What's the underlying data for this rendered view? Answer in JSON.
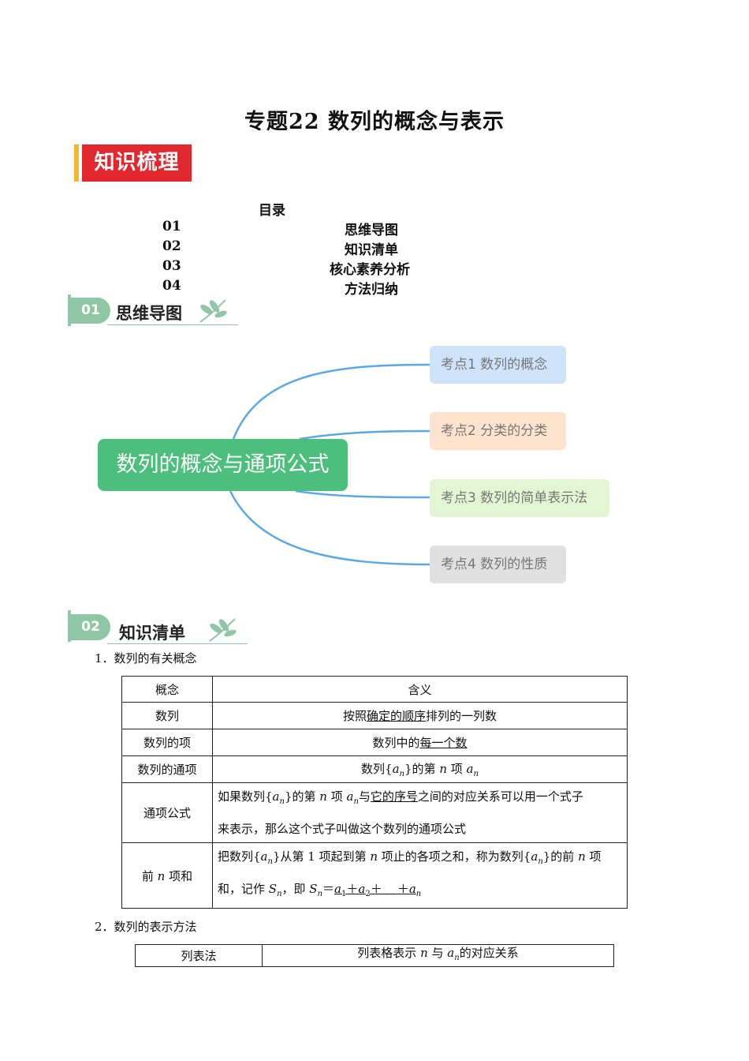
{
  "doc_title": "专题22 数列的概念与表示",
  "banner": "知识梳理",
  "toc": {
    "heading": "目录",
    "items": [
      {
        "num": "01",
        "label": "思维导图"
      },
      {
        "num": "02",
        "label": "知识清单"
      },
      {
        "num": "03",
        "label": "核心素养分析"
      },
      {
        "num": "04",
        "label": "方法归纳"
      }
    ]
  },
  "section1": {
    "num": "01",
    "title": "思维导图"
  },
  "mindmap": {
    "center": "数列的概念与通项公式",
    "nodes": [
      {
        "label": "考点1 数列的概念",
        "color": "#cfe4fb"
      },
      {
        "label": "考点2 分类的分类",
        "color": "#fde3cc"
      },
      {
        "label": "考点3 数列的简单表示法",
        "color": "#e2f6d3"
      },
      {
        "label": "考点4 数列的性质",
        "color": "#e0e0e0"
      }
    ],
    "center_color": "#4dbf7c",
    "line_color": "#5aa9e6"
  },
  "section2": {
    "num": "02",
    "title": "知识清单"
  },
  "p1": "1．数列的有关概念",
  "table1": {
    "header": {
      "c1": "概念",
      "c2": "含义"
    },
    "r1": {
      "c1": "数列",
      "a": "按照",
      "u": "确定的顺序",
      "b": "排列的一列数"
    },
    "r2": {
      "c1": "数列的项",
      "a": "数列中的",
      "u": "每一个数"
    },
    "r3": {
      "c1": "数列的通项",
      "a": "数列{",
      "an": "a",
      "n": "n",
      "b": "}的第 ",
      "c": " 项 "
    },
    "r4": {
      "c1": "通项公式",
      "a": "如果数列{",
      "b": "}的第 ",
      "c": " 项 ",
      "d": "与",
      "u": "它的序号",
      "e": "之间的对应关系可以用一个式子",
      "f": "来表示，那么这个式子叫做这个数列的通项公式"
    },
    "r5": {
      "c1a": "前 ",
      "c1b": " 项和",
      "a": "把数列{",
      "b": "}从第 1 项起到第 ",
      "c": " 项止的各项之和，称为数列{",
      "d": "}的前 ",
      "e": " 项",
      "f": "和，记作 ",
      "S": "S",
      "g": "，即 ",
      "h": "＝",
      "one": "1",
      "two": "2",
      "plus1": "＋",
      "plus2": "＋",
      "plus3": "＋"
    }
  },
  "p2": "2．数列的表示方法",
  "table2": {
    "c1": "列表法",
    "a": "列表格表示 ",
    "b": " 与 ",
    "c": "的对应关系"
  }
}
